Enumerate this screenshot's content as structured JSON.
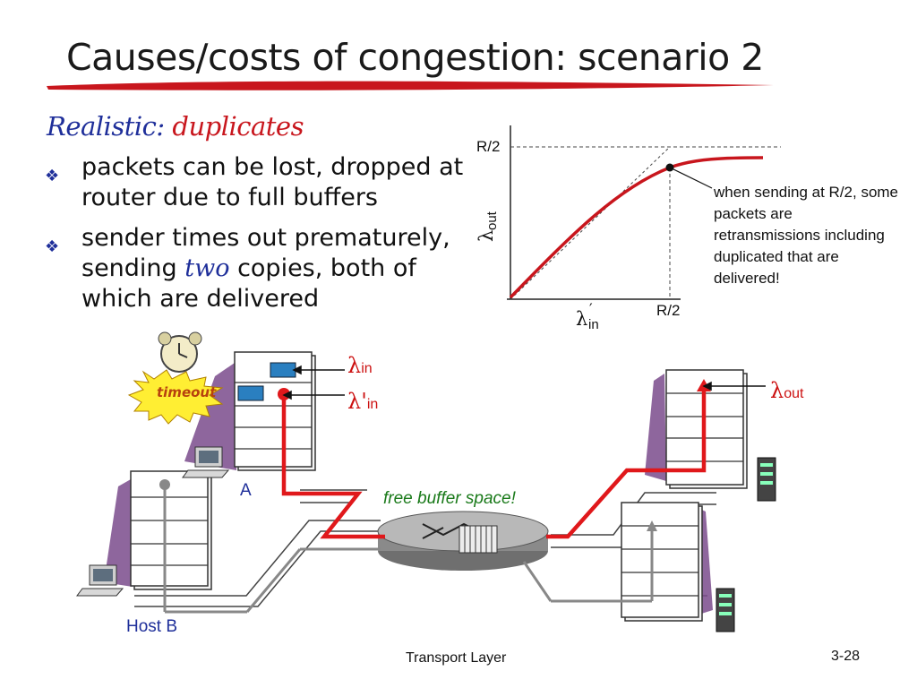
{
  "slide": {
    "title": "Causes/costs of congestion: scenario 2",
    "subtitle_part1": "Realistic:",
    "subtitle_part2": "duplicates",
    "bullets": [
      {
        "text_before": "packets can be lost, dropped at router due  to full buffers",
        "em": "",
        "text_after": ""
      },
      {
        "text_before": "sender times out prematurely, sending ",
        "em": "two",
        "text_after": " copies, both of which are delivered"
      }
    ],
    "bullet_glyph": "❖"
  },
  "graph": {
    "y_tick": "R/2",
    "x_tick": "R/2",
    "y_label_symbol": "λ",
    "y_label_sub": "out",
    "x_label_symbol": "λ",
    "x_label_prime": "′",
    "x_label_sub": "in",
    "annotation": "when sending at R/2, some packets are retransmissions including duplicated that are delivered!",
    "curve_color": "#c8161d"
  },
  "diagram": {
    "timeout_label": "timeout",
    "lambda_in_symbol": "λ",
    "lambda_in_sub": "in",
    "lambda_in_prime_symbol": "λ'",
    "lambda_in_prime_sub": "in",
    "lambda_out_symbol": "λ",
    "lambda_out_sub": "out",
    "host_a": "A",
    "host_b": "Host B",
    "free_buffer": "free buffer space!",
    "path_color": "#e0181b"
  },
  "footer": {
    "center": "Transport Layer",
    "page": "3-28"
  }
}
